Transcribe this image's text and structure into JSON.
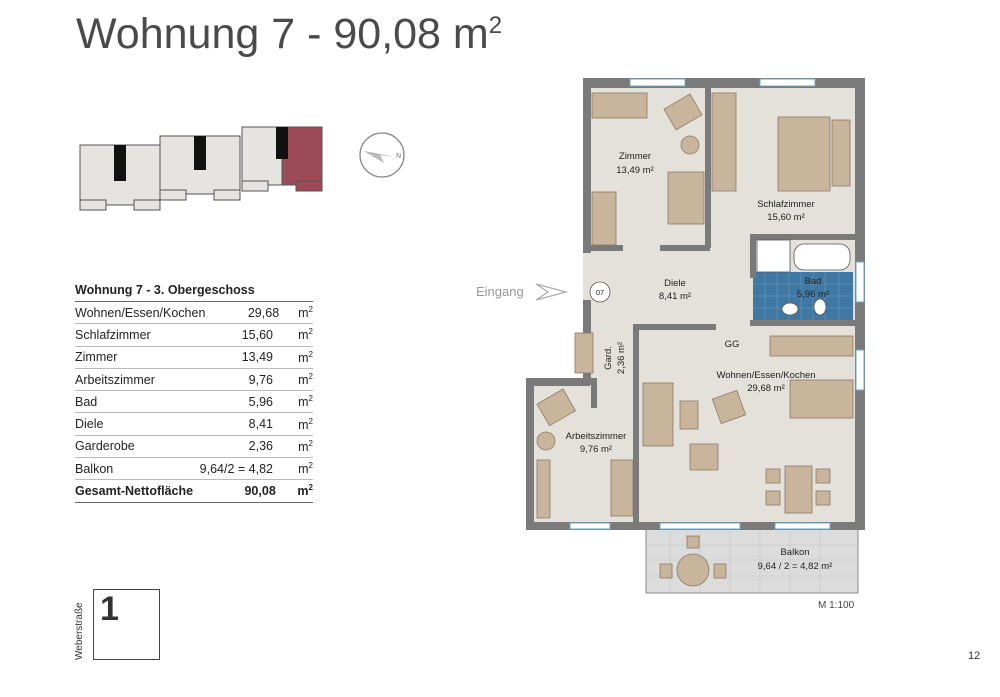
{
  "title": {
    "prefix": "Wohnung 7 - 90,08 m",
    "sup": "2"
  },
  "table": {
    "heading": "Wohnung 7 - 3. Obergeschoss",
    "unit": "m",
    "unit_sup": "2",
    "rows": [
      {
        "name": "Wohnen/Essen/Kochen",
        "value": "29,68"
      },
      {
        "name": "Schlafzimmer",
        "value": "15,60"
      },
      {
        "name": "Zimmer",
        "value": "13,49"
      },
      {
        "name": "Arbeitszimmer",
        "value": "9,76"
      },
      {
        "name": "Bad",
        "value": "5,96"
      },
      {
        "name": "Diele",
        "value": "8,41"
      },
      {
        "name": "Garderobe",
        "value": "2,36"
      },
      {
        "name": "Balkon",
        "value": "9,64/2 = 4,82"
      }
    ],
    "total": {
      "name": "Gesamt-Nettofläche",
      "value": "90,08"
    }
  },
  "street_label": "Weberstraße",
  "house_number": "1",
  "plan": {
    "entrance_label": "Eingang",
    "door_number": "07",
    "gg_label": "GG",
    "rooms": {
      "zimmer": {
        "name": "Zimmer",
        "area": "13,49 m²"
      },
      "schlafzimmer": {
        "name": "Schlafzimmer",
        "area": "15,60 m²"
      },
      "diele": {
        "name": "Diele",
        "area": "8,41 m²"
      },
      "bad": {
        "name": "Bad",
        "area": "5,96 m²"
      },
      "gard": {
        "name": "Gard.",
        "area": "2,36 m²"
      },
      "wohnen": {
        "name": "Wohnen/Essen/Kochen",
        "area": "29,68 m²"
      },
      "arbeitszimmer": {
        "name": "Arbeitszimmer",
        "area": "9,76 m²"
      },
      "balkon": {
        "name": "Balkon",
        "area": "9,64 / 2 = 4,82 m²"
      }
    },
    "colors": {
      "wall": "#7a7a7a",
      "floor": "#e3e1da",
      "furniture": "#c9b49c",
      "tile": "#3f78a3",
      "balcony": "#dcdcdc",
      "highlight": "#9c4a55"
    }
  },
  "scale": "M 1:100",
  "page_number": "12"
}
